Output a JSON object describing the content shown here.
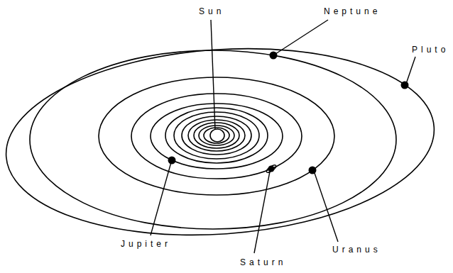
{
  "diagram": {
    "labels": [
      "Sun",
      "Neptune",
      "Pluto",
      "Jupiter",
      "Saturn",
      "Uranus"
    ]
  }
}
